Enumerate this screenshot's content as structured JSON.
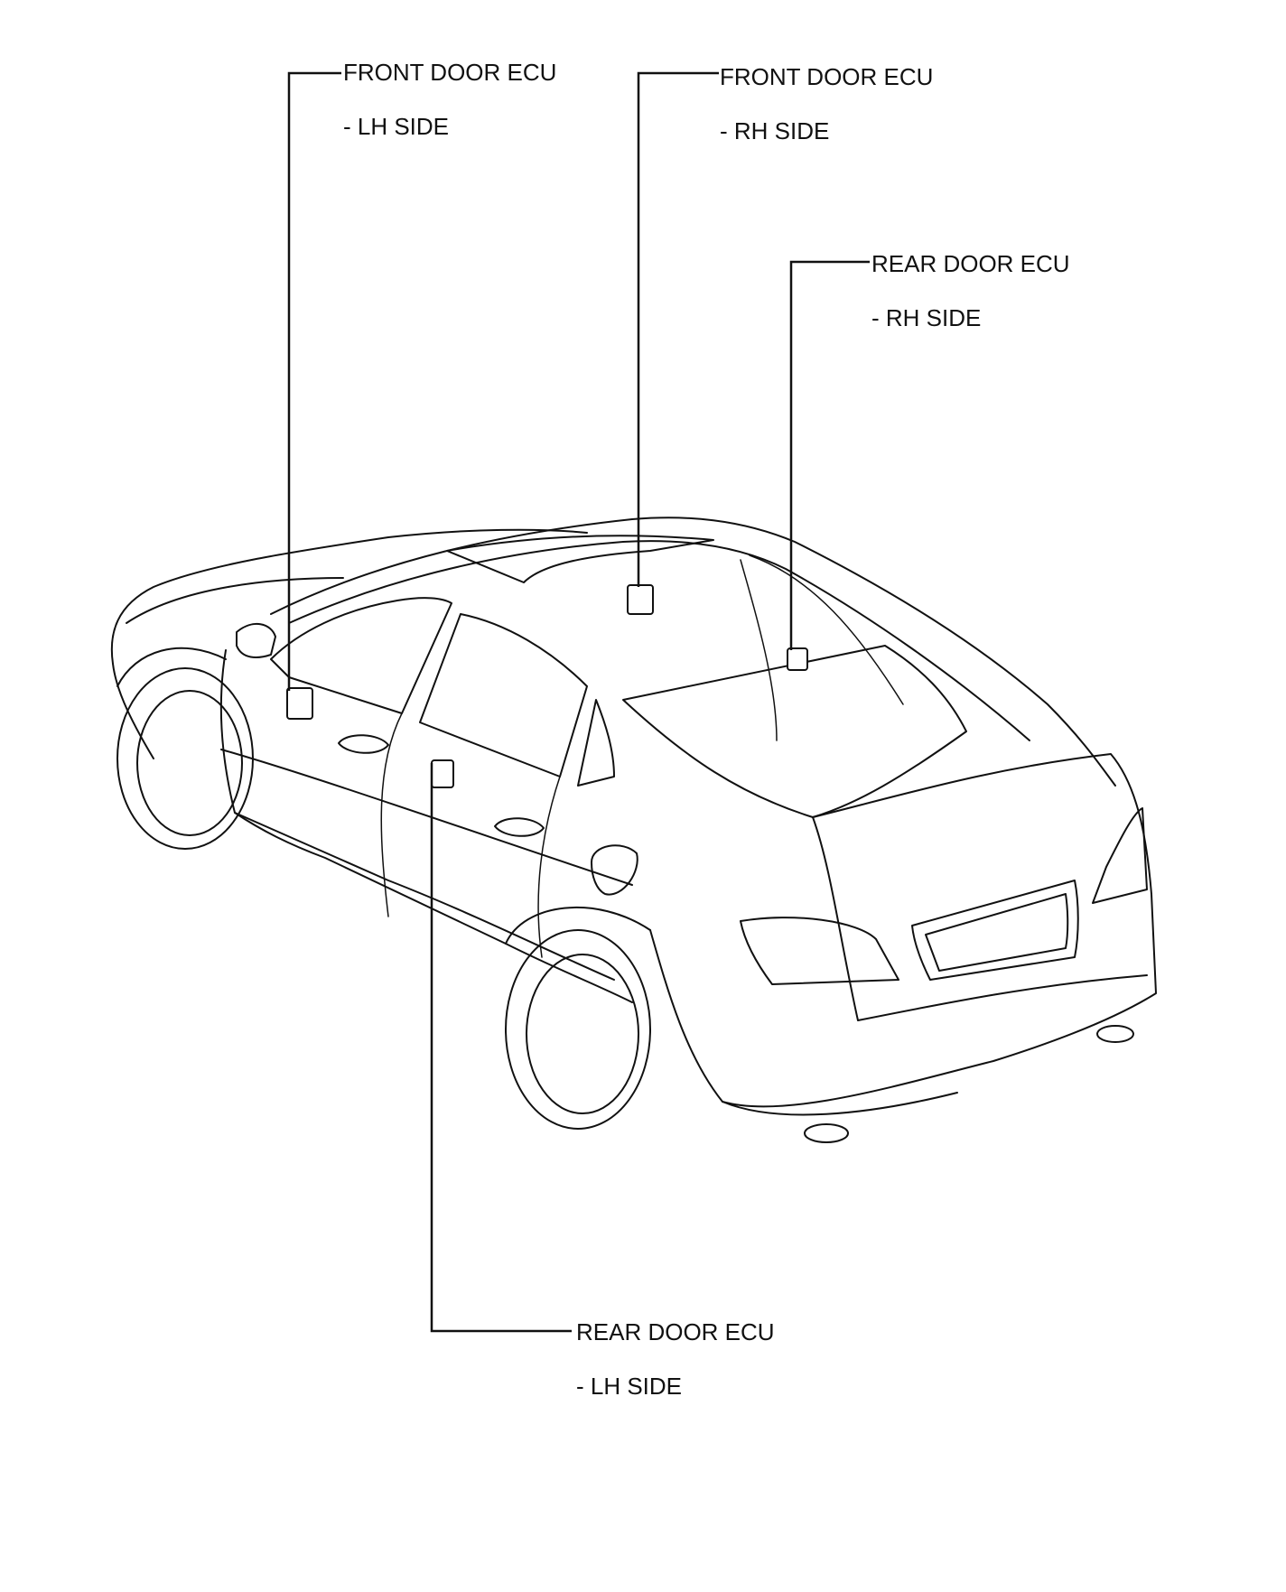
{
  "callouts": {
    "front_lh": {
      "title": "FRONT DOOR ECU",
      "side": "- LH SIDE"
    },
    "front_rh": {
      "title": "FRONT DOOR ECU",
      "side": "- RH SIDE"
    },
    "rear_rh": {
      "title": "REAR DOOR ECU",
      "side": "- RH SIDE"
    },
    "rear_lh": {
      "title": "REAR DOOR ECU",
      "side": "- LH SIDE"
    }
  },
  "colors": {
    "line": "#111111",
    "background": "#ffffff"
  }
}
